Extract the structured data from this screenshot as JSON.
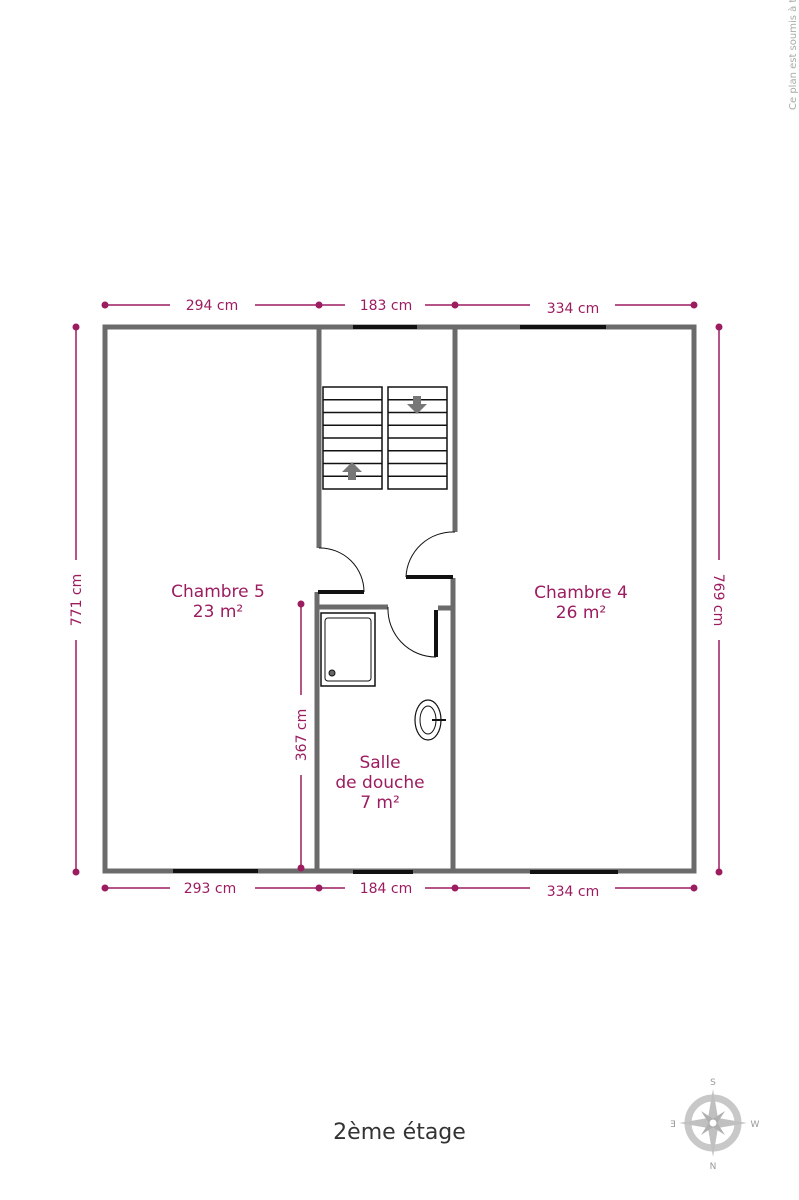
{
  "disclaimer": "Ce plan est soumis à titre indicatif",
  "floor_label": "2ème étage",
  "rooms": [
    {
      "name": "Chambre 5",
      "area": "23 m²"
    },
    {
      "name": "Chambre 4",
      "area": "26 m²"
    },
    {
      "name_line1": "Salle",
      "name_line2": "de douche",
      "area": "7 m²"
    }
  ],
  "dimensions": {
    "top": [
      "294 cm",
      "183 cm",
      "334 cm"
    ],
    "bottom": [
      "293 cm",
      "184 cm",
      "334 cm"
    ],
    "left": "771 cm",
    "right": "769 cm",
    "bathroom": "367 cm"
  },
  "compass": {
    "n": "N",
    "s": "S",
    "e": "E",
    "w": "W"
  },
  "colors": {
    "accent": "#9c1c60",
    "wall": "#6b6b6b"
  }
}
